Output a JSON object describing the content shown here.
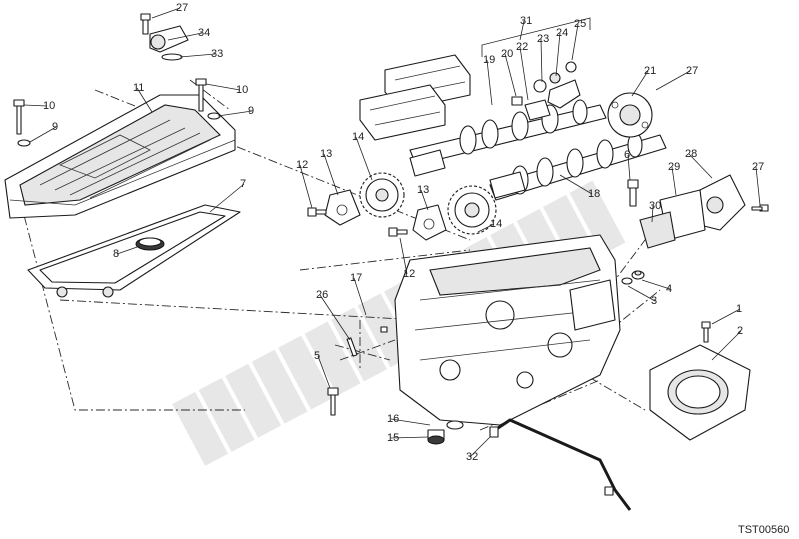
{
  "callouts": [
    "27",
    "34",
    "33",
    "10",
    "11",
    "10",
    "9",
    "9",
    "7",
    "8",
    "31",
    "25",
    "24",
    "23",
    "22",
    "20",
    "19",
    "21",
    "27",
    "14",
    "13",
    "12",
    "13",
    "12",
    "14",
    "18",
    "6",
    "29",
    "28",
    "27",
    "30",
    "17",
    "26",
    "4",
    "3",
    "5",
    "1",
    "2",
    "16",
    "15",
    "32"
  ],
  "drawing_code": "TST00560"
}
